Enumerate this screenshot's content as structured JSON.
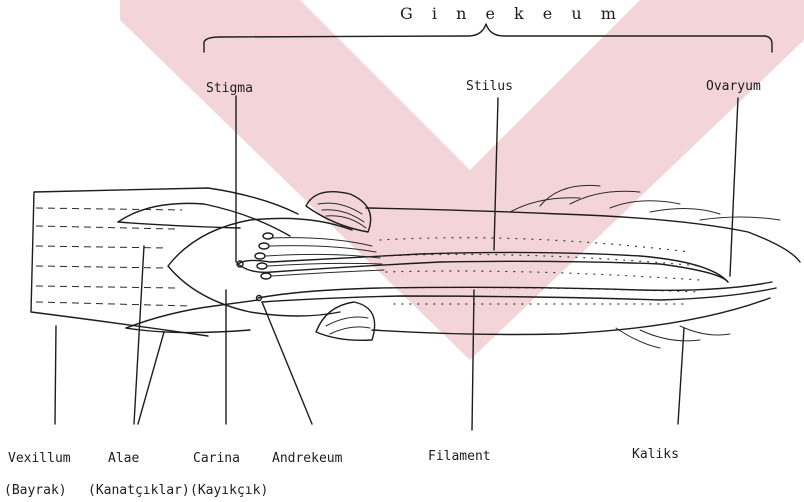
{
  "diagram": {
    "title": "G i n e k e u m",
    "labels": {
      "stigma": "Stigma",
      "stilus": "Stilus",
      "ovaryum": "Ovaryum",
      "vexillum": "Vexillum",
      "alae": "Alae",
      "carina": "Carina",
      "andrekeum": "Andrekeum",
      "filament": "Filament",
      "kaliks": "Kaliks",
      "bayrak": "(Bayrak)",
      "kanatciklar": "(Kanatçıklar)",
      "kayikcik": "(Kayıkçık)"
    },
    "watermark_color": "#f3d4d8",
    "ink_color": "#1d1d1d"
  }
}
